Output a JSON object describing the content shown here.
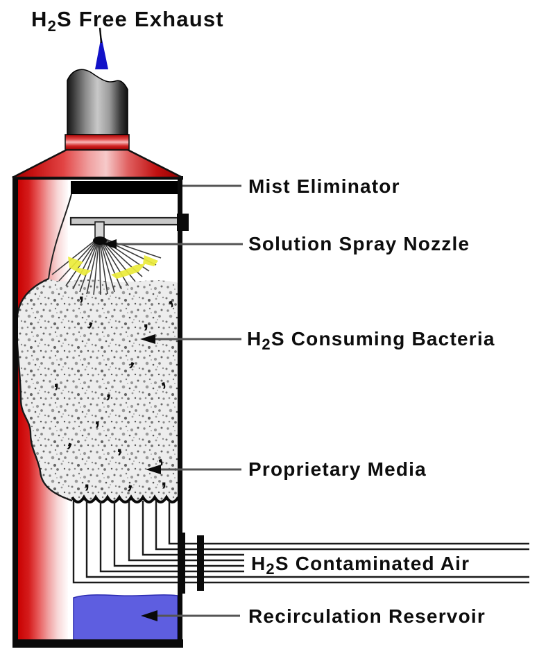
{
  "diagram_title": {
    "prefix": "H",
    "subscript": "2",
    "suffix": "S Free Exhaust"
  },
  "labels": {
    "mist_eliminator": "Mist Eliminator",
    "solution_spray_nozzle": "Solution Spray Nozzle",
    "h2s_consuming_bacteria": {
      "prefix": "H",
      "subscript": "2",
      "suffix": "S Consuming Bacteria"
    },
    "proprietary_media": "Proprietary Media",
    "h2s_contaminated_air": {
      "prefix": "H",
      "subscript": "2",
      "suffix": "S Contaminated Air"
    },
    "recirculation_reservoir": "Recirculation Reservoir"
  },
  "colors": {
    "vessel_red": "#c80000",
    "reservoir_blue": "#5e5ee0",
    "spray_yellow": "#ebeb3a",
    "exhaust_arrow_blue": "#1212c8",
    "media_gray": "#ededed",
    "mist_eliminator_black": "#000000",
    "leader_line_gray": "#555555"
  }
}
